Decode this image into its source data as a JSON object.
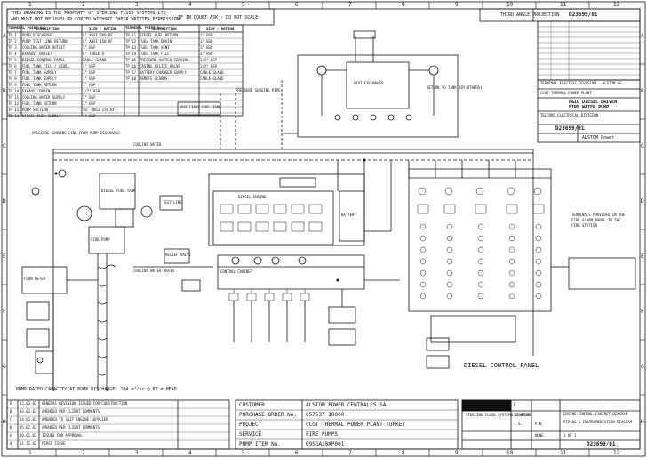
{
  "header": {
    "note_line1": "THIS DRAWING IS THE PROPERTY OF STERLING FLUID SYSTEMS LTD",
    "note_line2": "AND MUST NOT BE USED OR COPIED WITHOUT THEIR WRITTEN PERMISSION",
    "scale_note": "IF IN DOUBT ASK - DO NOT SCALE",
    "projection": "THIRD ANGLE PROJECTION",
    "drawing_no": "D23699/01"
  },
  "grid": {
    "columns": [
      "1",
      "2",
      "3",
      "4",
      "5",
      "6",
      "7",
      "8",
      "9",
      "10",
      "11",
      "12"
    ],
    "rows": [
      "A",
      "B",
      "C",
      "D",
      "E",
      "F",
      "G",
      "H"
    ]
  },
  "legend": {
    "headers": [
      "TERMINAL POINT No.",
      "DESCRIPTION",
      "SIZE / RATING",
      "TERMINAL POINT No.",
      "DESCRIPTION",
      "SIZE / RATING"
    ],
    "rows": [
      [
        "TP 1",
        "PUMP DISCHARGE",
        "8\" ANSI 300 RF",
        "TP 11",
        "DIESEL FUEL RETURN",
        "1\" BSP"
      ],
      [
        "TP 2",
        "PUMP TEST LINE RETURN",
        "4\" ANSI 150 RF",
        "TP 12",
        "FUEL TANK DRAIN",
        "1\" BSP"
      ],
      [
        "TP 3",
        "COOLING WATER OUTLET",
        "1\" BSP",
        "TP 13",
        "FUEL TANK VENT",
        "1\" BSP"
      ],
      [
        "TP 4",
        "EXHAUST OUTLET",
        "6\" TABLE D",
        "TP 14",
        "FUEL TANK FILL",
        "2\" BSP"
      ],
      [
        "TP 5",
        "DIESEL CONTROL PANEL",
        "CABLE GLAND",
        "TP 15",
        "PRESSURE SWITCH SENSING",
        "1/2\" BSP"
      ],
      [
        "TP 6",
        "FUEL TANK FILL / LEVEL",
        "1\" BSP",
        "TP 16",
        "CASING RELIEF VALVE",
        "1/2\" BSP"
      ],
      [
        "TP 7",
        "FUEL TANK SUPPLY",
        "1\" BSP",
        "TP 17",
        "BATTERY CHARGER SUPPLY",
        "CABLE GLAND"
      ],
      [
        "TP 8",
        "FUEL TANK SUPPLY",
        "1\" BSP",
        "TP 18",
        "REMOTE ALARMS",
        "CABLE GLAND"
      ],
      [
        "TP 9",
        "FUEL TANK RETURN",
        "1\" BSP",
        "",
        "",
        ""
      ],
      [
        "TP 10",
        "EXHAUST DRAIN",
        "1/2\" BSP",
        "",
        "",
        ""
      ],
      [
        "TP 11",
        "COOLING WATER SUPPLY",
        "1\" BSP",
        "",
        "",
        ""
      ],
      [
        "TP 12",
        "FUEL TANK RETURN",
        "1\" BSP",
        "",
        "",
        ""
      ],
      [
        "TP 13",
        "PUMP SUCTION",
        "10\" ANSI 150 RF",
        "",
        "",
        ""
      ],
      [
        "TP 14",
        "DIESEL FUEL SUPPLY",
        "1\" BSP",
        "",
        "",
        ""
      ]
    ]
  },
  "labels": {
    "aux_tank": "AUXILIARY FUEL TANK",
    "cooling": "COOLING WATER DRAIN",
    "fuel_ret": "RETURN TO TANK (BY OTHERS)",
    "pressure_pipe": "PRESSURE SENSING PIPE",
    "supply_note": "PRESSURE SENSING LINE FROM PUMP DISCHARGE",
    "cooling_label": "COOLING WATER",
    "control_panel": "DIESEL CONTROL PANEL",
    "pump_rated": "PUMP RATED CAPACITY AT PUMP DISCHARGE: 284 m³/hr @ 87 m HEAD",
    "remote_note_1": "TERMINALS PROVIDED IN THE",
    "remote_note_2": "FIRE ALARM PANEL IN THE",
    "remote_note_3": "FIRE STATION",
    "engine": "DIESEL ENGINE",
    "pump": "FIRE PUMP",
    "fuel_tank": "DIESEL FUEL TANK",
    "heat_exchanger": "HEAT EXCHANGER",
    "battery": "BATTERY",
    "cabinet": "CONTROL CABINET",
    "relief": "RELIEF VALVE",
    "test_line": "TEST LINE",
    "flow_meter": "FLOW METER"
  },
  "revisions": {
    "rows": [
      [
        "E",
        "12.03.03",
        "GENERAL REVISION ISSUED FOR CONSTRUCTION"
      ],
      [
        "D",
        "03.03.03",
        "AMENDED PER CLIENT COMMENTS"
      ],
      [
        "C",
        "14.02.03",
        "AMENDED TO SUIT ENGINE SUPPLIER"
      ],
      [
        "B",
        "05.02.03",
        "AMENDED PER CLIENT COMMENTS"
      ],
      [
        "A",
        "10.01.03",
        "ISSUED FOR APPROVAL"
      ],
      [
        "0",
        "12.12.02",
        "FIRST ISSUE"
      ]
    ]
  },
  "project_info": {
    "customer_label": "CUSTOMER",
    "customer": "ALSTOM POWER CENTRALES SA",
    "po_label": "PURCHASE ORDER No.",
    "po": "657537 10000",
    "project_label": "PROJECT",
    "project": "CCGT THERMAL POWER PLANT TURKEY",
    "service_label": "SERVICE",
    "service": "FIRE PUMPS",
    "item_label": "PUMP ITEM No.",
    "item": "09SGA10AP001"
  },
  "title_block": {
    "company": "STERLING FLUID SYSTEMS LIMITED",
    "title_1": "TELFORD ELECTRICAL DIVISION",
    "title_2": "P&ID DIESEL DRIVEN",
    "title_3": "FIRE WATER PUMP",
    "client_title": "TERMINAL ELECTRIC DIVISION - ALSTOM AG",
    "client_sub": "CCGT THERMAL POWER PLANT",
    "alstom": "ALSTOM Power",
    "doc_title": "ENGINE CONTROL CABINET DIAGRAM",
    "doc_sub": "PIPING & INSTRUMENTATION DIAGRAM",
    "drawing_no": "D23699/01",
    "scale": "NONE",
    "sheet": "1 OF 1",
    "rev": "E",
    "date": "12.03.03",
    "drawn": "J.S.",
    "checked": "P.W."
  }
}
